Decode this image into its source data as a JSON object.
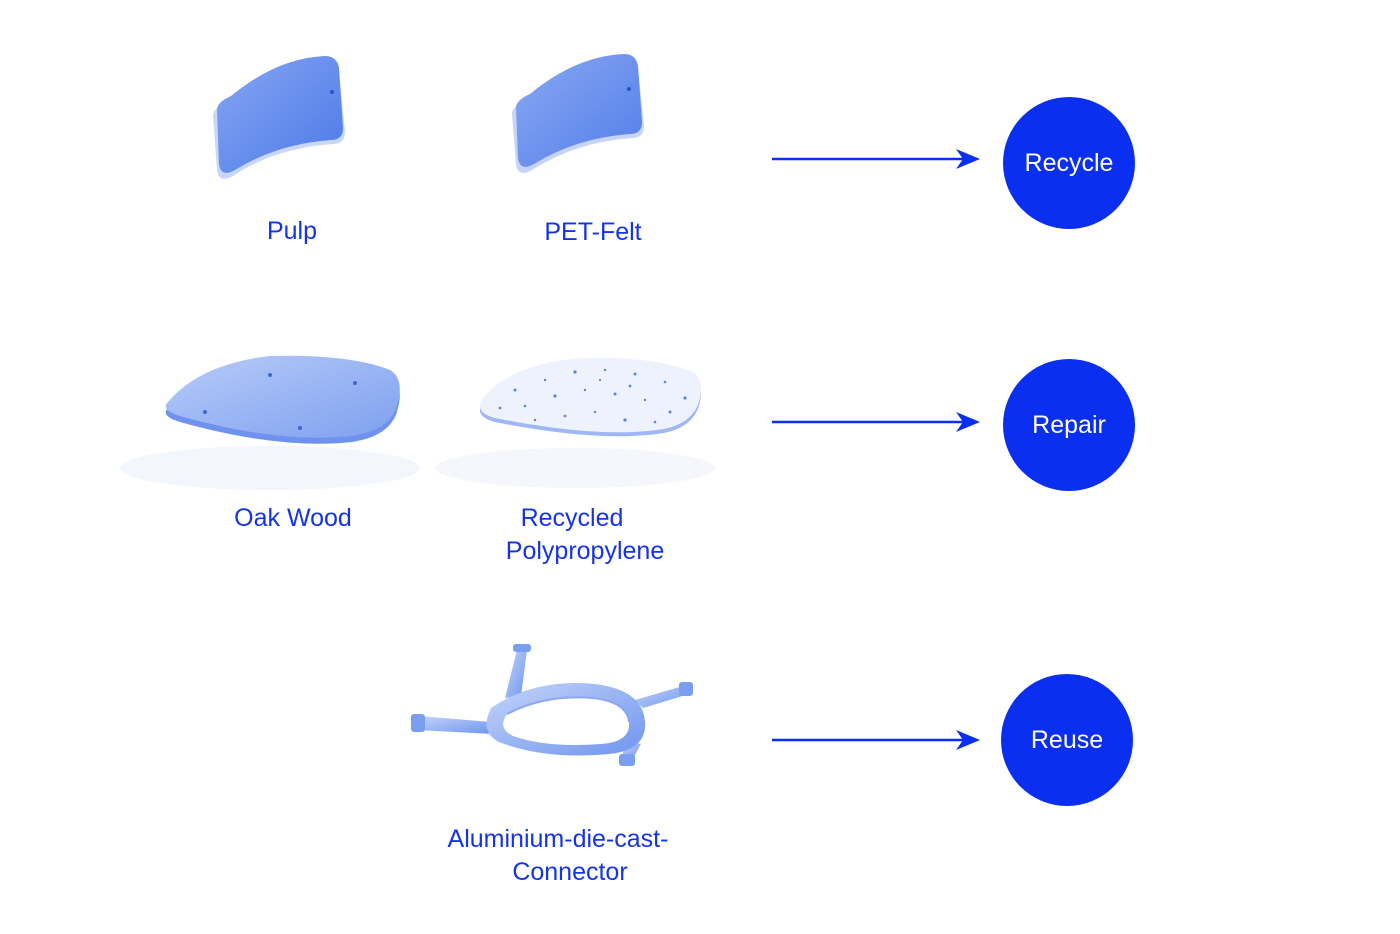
{
  "colors": {
    "accent": "#0a2ff0",
    "label": "#1533e8",
    "material_light": "#a9c2f7",
    "material_mid": "#6f95ef",
    "material_dark": "#3f6ee6"
  },
  "rows": [
    {
      "materials": [
        {
          "label": "Pulp",
          "icon": "backrest-pulp-icon"
        },
        {
          "label": "PET-Felt",
          "icon": "backrest-felt-icon"
        }
      ],
      "outcome": "Recycle"
    },
    {
      "materials": [
        {
          "label": "Oak Wood",
          "icon": "seat-oak-icon"
        },
        {
          "label": "Recycled",
          "label_line2": "Polypropylene",
          "icon": "seat-polypropylene-icon"
        }
      ],
      "outcome": "Repair"
    },
    {
      "materials": [
        {
          "label": "Aluminium-die-cast-",
          "label_line2": "Connector",
          "icon": "aluminium-connector-icon"
        }
      ],
      "outcome": "Reuse"
    }
  ]
}
